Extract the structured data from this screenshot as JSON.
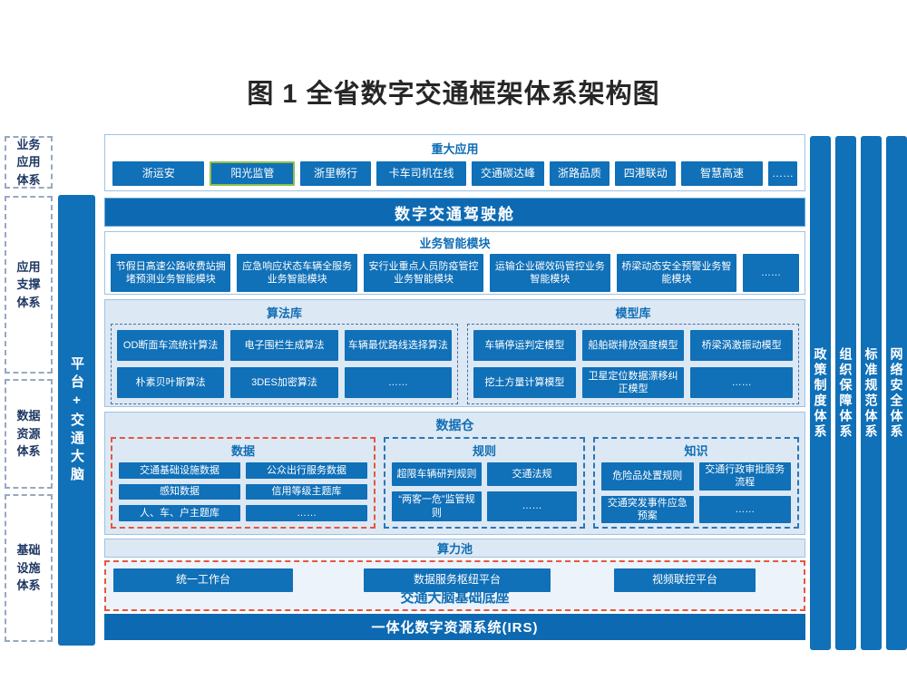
{
  "figure": {
    "title": "图 1 全省数字交通框架体系架构图"
  },
  "left_systems": {
    "items": [
      "业务应用体系",
      "应用支撑体系",
      "数据资源体系",
      "基础设施体系"
    ]
  },
  "platform_bar": {
    "label": "平台+交通大脑"
  },
  "right_systems": {
    "items": [
      "政策制度体系",
      "组织保障体系",
      "标准规范体系",
      "网络安全体系"
    ]
  },
  "major_apps": {
    "title": "重大应用",
    "items": [
      "浙运安",
      "阳光监管",
      "浙里畅行",
      "卡车司机在线",
      "交通碳达峰",
      "浙路品质",
      "四港联动",
      "智慧高速",
      "……"
    ]
  },
  "cockpit": {
    "label": "数字交通驾驶舱"
  },
  "bi_module": {
    "title": "业务智能模块",
    "items": [
      "节假日高速公路收费站拥堵预测业务智能模块",
      "应急响应状态车辆全服务业务智能模块",
      "安行业重点人员防疫管控业务智能模块",
      "运输企业碳效码管控业务智能模块",
      "桥梁动态安全预警业务智能模块",
      "……"
    ]
  },
  "algorithm_library": {
    "title": "算法库",
    "items": [
      "OD断面车流统计算法",
      "电子围栏生成算法",
      "车辆最优路线选择算法",
      "朴素贝叶斯算法",
      "3DES加密算法",
      "……"
    ]
  },
  "model_library": {
    "title": "模型库",
    "items": [
      "车辆停运判定模型",
      "船舶碳排放强度模型",
      "桥梁涡激振动模型",
      "挖土方量计算模型",
      "卫星定位数据漂移纠正模型",
      "……"
    ]
  },
  "data_warehouse": {
    "title": "数据仓",
    "data_group": {
      "title": "数据",
      "items": [
        "交通基础设施数据",
        "公众出行服务数据",
        "感知数据",
        "信用等级主题库",
        "人、车、户主题库",
        "……"
      ]
    },
    "rule_group": {
      "title": "规则",
      "items": [
        "超限车辆研判规则",
        "交通法规",
        "“两客一危”监管规则",
        "……"
      ]
    },
    "knowledge_group": {
      "title": "知识",
      "items": [
        "危险品处置规则",
        "交通行政审批服务流程",
        "交通突发事件应急预案",
        "……"
      ]
    }
  },
  "compute_pool": {
    "title": "算力池"
  },
  "brain_base": {
    "title": "交通大脑基础底座",
    "platforms": [
      "统一工作台",
      "数据服务枢纽平台",
      "视频联控平台"
    ]
  },
  "irs": {
    "label": "一体化数字资源系统(IRS)"
  },
  "colors": {
    "primary_blue": "#1070b8",
    "bar_blue": "#0d6ab2",
    "panel_fill": "#dce8f4",
    "red_dash": "#e8553e",
    "blue_dash": "#2e75b6",
    "green_highlight": "#8fbf4d",
    "title_text": "#0f6db5"
  }
}
